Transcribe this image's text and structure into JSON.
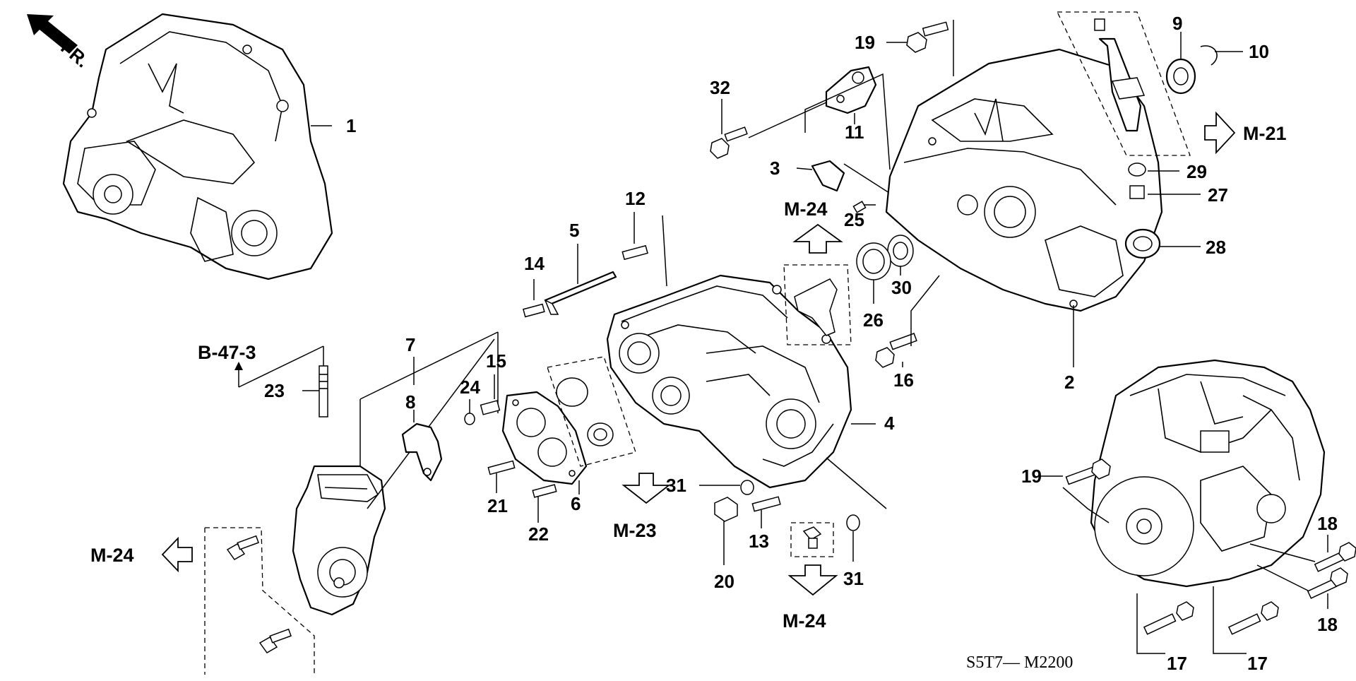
{
  "diagram": {
    "direction_label": "FR.",
    "callouts": {
      "c1": "1",
      "c2": "2",
      "c3": "3",
      "c4": "4",
      "c5": "5",
      "c6": "6",
      "c7": "7",
      "c8": "8",
      "c9": "9",
      "c10": "10",
      "c11": "11",
      "c12": "12",
      "c13": "13",
      "c14": "14",
      "c15": "15",
      "c16": "16",
      "c17a": "17",
      "c17b": "17",
      "c18a": "18",
      "c18b": "18",
      "c19a": "19",
      "c19b": "19",
      "c20": "20",
      "c21": "21",
      "c22": "22",
      "c23": "23",
      "c24": "24",
      "c25": "25",
      "c26": "26",
      "c27": "27",
      "c28": "28",
      "c29": "29",
      "c30": "30",
      "c31a": "31",
      "c31b": "31",
      "c32": "32"
    },
    "references": {
      "b47": "B-47-3",
      "m24_left": "M-24",
      "m24_top": "M-24",
      "m24_bottom": "M-24",
      "m23": "M-23",
      "m21": "M-21"
    },
    "diagram_code": "S5T7— M2200"
  }
}
